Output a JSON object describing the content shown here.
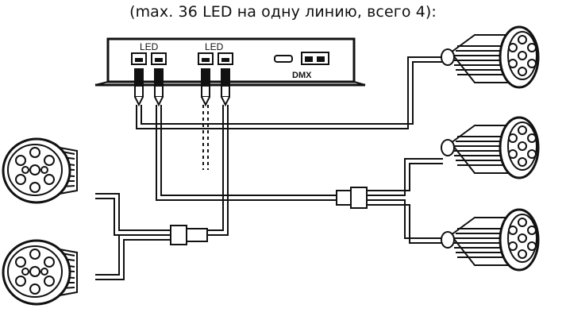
{
  "caption": "(max. 36 LED на одну линию, всего 4):",
  "controller": {
    "port_group_1_label": "LED",
    "port_group_2_label": "LED",
    "dmx_label": "DMX"
  },
  "colors": {
    "line": "#111111",
    "background": "#ffffff"
  },
  "icons": {
    "round_lamp": "round-led-spotlight-icon",
    "cylinder_lamp": "cylinder-led-spotlight-icon"
  }
}
